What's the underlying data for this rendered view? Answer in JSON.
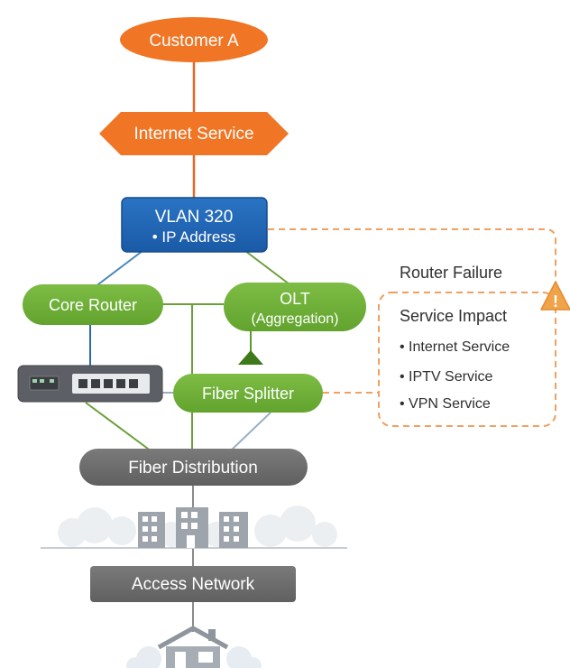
{
  "nodes": {
    "customer": "Customer A",
    "internet_service": "Internet Service",
    "vlan_title": "VLAN 320",
    "vlan_sub": "• IP Address",
    "core_router": "Core Router",
    "olt_title": "OLT",
    "olt_sub": "(Aggregation)",
    "fiber_splitter": "Fiber Splitter",
    "fiber_distribution": "Fiber Distribution",
    "access_network": "Access Network"
  },
  "failure": {
    "title": "Router Failure",
    "impact_title": "Service Impact",
    "impacts": [
      "• Internet Service",
      "• IPTV Service",
      "• VPN Service"
    ],
    "warning_glyph": "!"
  },
  "colors": {
    "orange": "#f07524",
    "blue": "#1a5aa6",
    "green": "#6cad34",
    "gray": "#6b6b6b",
    "dashed": "#f0a060"
  }
}
